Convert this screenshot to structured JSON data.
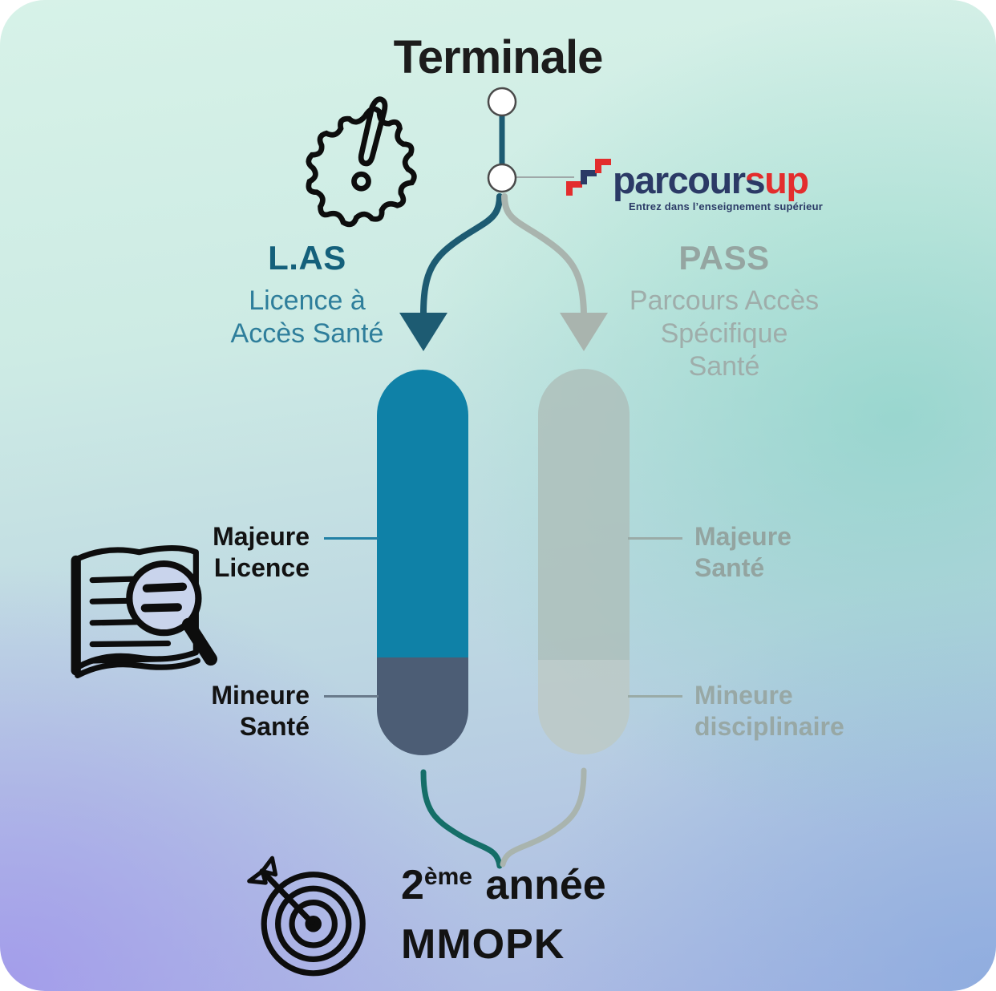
{
  "title": "Terminale",
  "parcoursup": {
    "brand_part1": "parcour",
    "brand_part2": "s",
    "brand_part3": "up",
    "tagline": "Entrez dans l’enseignement supérieur",
    "navy": "#2b3a66",
    "red": "#e32d2d"
  },
  "las": {
    "acronym": "L.AS",
    "subtitle_line1": "Licence à",
    "subtitle_line2": "Accès Santé",
    "accent_color": "#14607b"
  },
  "pass": {
    "acronym": "PASS",
    "subtitle_line1": "Parcours Accès",
    "subtitle_line2": "Spécifique Santé",
    "accent_color": "#95a5a1"
  },
  "las_track": {
    "majeure_line1": "Majeure",
    "majeure_line2": "Licence",
    "mineure_line1": "Mineure",
    "mineure_line2": "Santé",
    "capsule_top_color": "#0f81a7",
    "capsule_bottom_color": "#4c5d75"
  },
  "pass_track": {
    "majeure_line1": "Majeure",
    "majeure_line2": "Santé",
    "mineure_line1": "Mineure",
    "mineure_line2": "disciplinaire",
    "capsule_color": "#b2c0bc"
  },
  "outcome": {
    "year_num": "2",
    "year_sup": "ème",
    "year_rest": " année",
    "line2": "MMOPK"
  },
  "icons": {
    "burst": "exclamation-burst",
    "book": "book-magnifier",
    "target": "target-arrow"
  }
}
